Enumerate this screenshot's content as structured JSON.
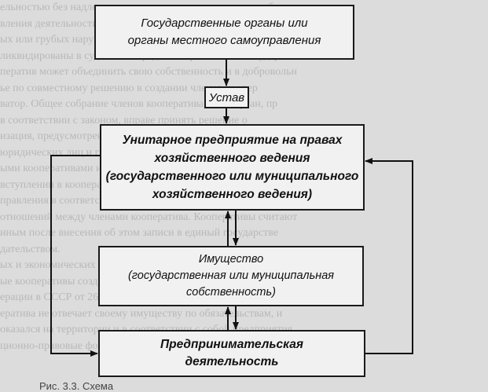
{
  "background_lines": [
    "ельностью без надлежащего разрешения — лицензии, либо",
    "вления деятельности, запрещенной законом, либо в случае не",
    "ых или грубых нарушений закона или иных правовых ак",
    "ликвидированы в судебном порядке по требованию государствен",
    "ператив может объединить свою собственность и в добровольн",
    "ье по совместному решению в создании членов коопер",
    "ватор. Общее собрание членов кооператива, либо орган, пр",
    "в соответствии с законом, вправе принять решение о",
    "изация, предусмотренных законом. Кооперативы имеют",
    "юридических лиц и граждан, в том числе в виде кооператива. Ре",
    "ыми кооперативами и гражданами, либо их участниками",
    "вступлении в кооператив, в правилах внутреннего распорядка",
    "правления в соответствии с законом о кооперативах и иными",
    "отношений между членами кооператива. Кооперативы считают",
    "иным после внесения об этом записи в единый государстве",
    "дательством.",
    "ых и экономических отношений в соответствии с законодател",
    "ые кооперативы созданы в соответствии с законом",
    "ерации в СССР от 26 мая 1988 г. Однако однако законод",
    "ератива не отвечает своему имуществу по обязательствам, и",
    "оказался на территории и в соответствии с собой предприятия",
    "ционно-правовые формы юридических лиц не являются организаци"
  ],
  "diagram": {
    "nodes": {
      "gov_bodies": {
        "lines": [
          "Государственные органы или",
          "органы местного самоуправления"
        ]
      },
      "charter": {
        "lines": [
          "Устав"
        ]
      },
      "unitary_enterprise": {
        "lines": [
          "Унитарное предприятие на правах",
          "хозяйственного ведения",
          "(государственного или муниципального",
          "хозяйственного ведения)"
        ]
      },
      "property": {
        "lines": [
          "Имущество",
          "(государственная или муниципальная",
          "собственность)"
        ]
      },
      "entrepreneurship": {
        "lines": [
          "Предпринимательская",
          "деятельность"
        ]
      }
    }
  },
  "caption": "Рис. 3.3. Схема"
}
